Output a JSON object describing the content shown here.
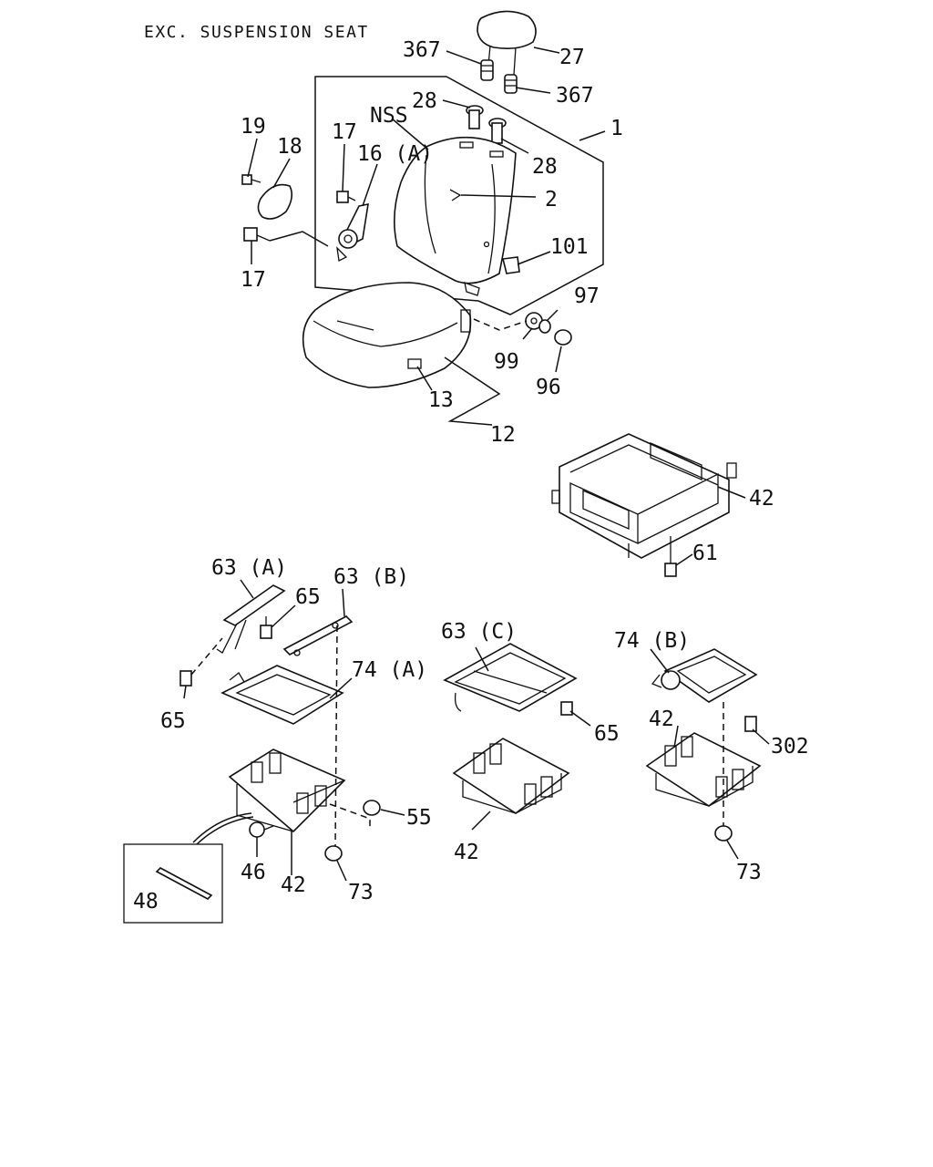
{
  "title": "EXC. SUSPENSION SEAT",
  "labels": {
    "l367a": "367",
    "l27": "27",
    "l367b": "367",
    "l28a": "28",
    "lnss": "NSS",
    "l1": "1",
    "l28b": "28",
    "l19": "19",
    "l18": "18",
    "l17a": "17",
    "l16a": "16 (A)",
    "l2": "2",
    "l17b": "17",
    "l101": "101",
    "l97": "97",
    "l99": "99",
    "l96": "96",
    "l13": "13",
    "l12": "12",
    "l42a": "42",
    "l61": "61",
    "l63a": "63 (A)",
    "l65a": "65",
    "l63b": "63 (B)",
    "l74a": "74 (A)",
    "l65b": "65",
    "l63c": "63 (C)",
    "l74b": "74 (B)",
    "l65c": "65",
    "l42b": "42",
    "l302": "302",
    "l55": "55",
    "l46": "46",
    "l42c": "42",
    "l73a": "73",
    "l42d": "42",
    "l73b": "73",
    "l48": "48"
  }
}
